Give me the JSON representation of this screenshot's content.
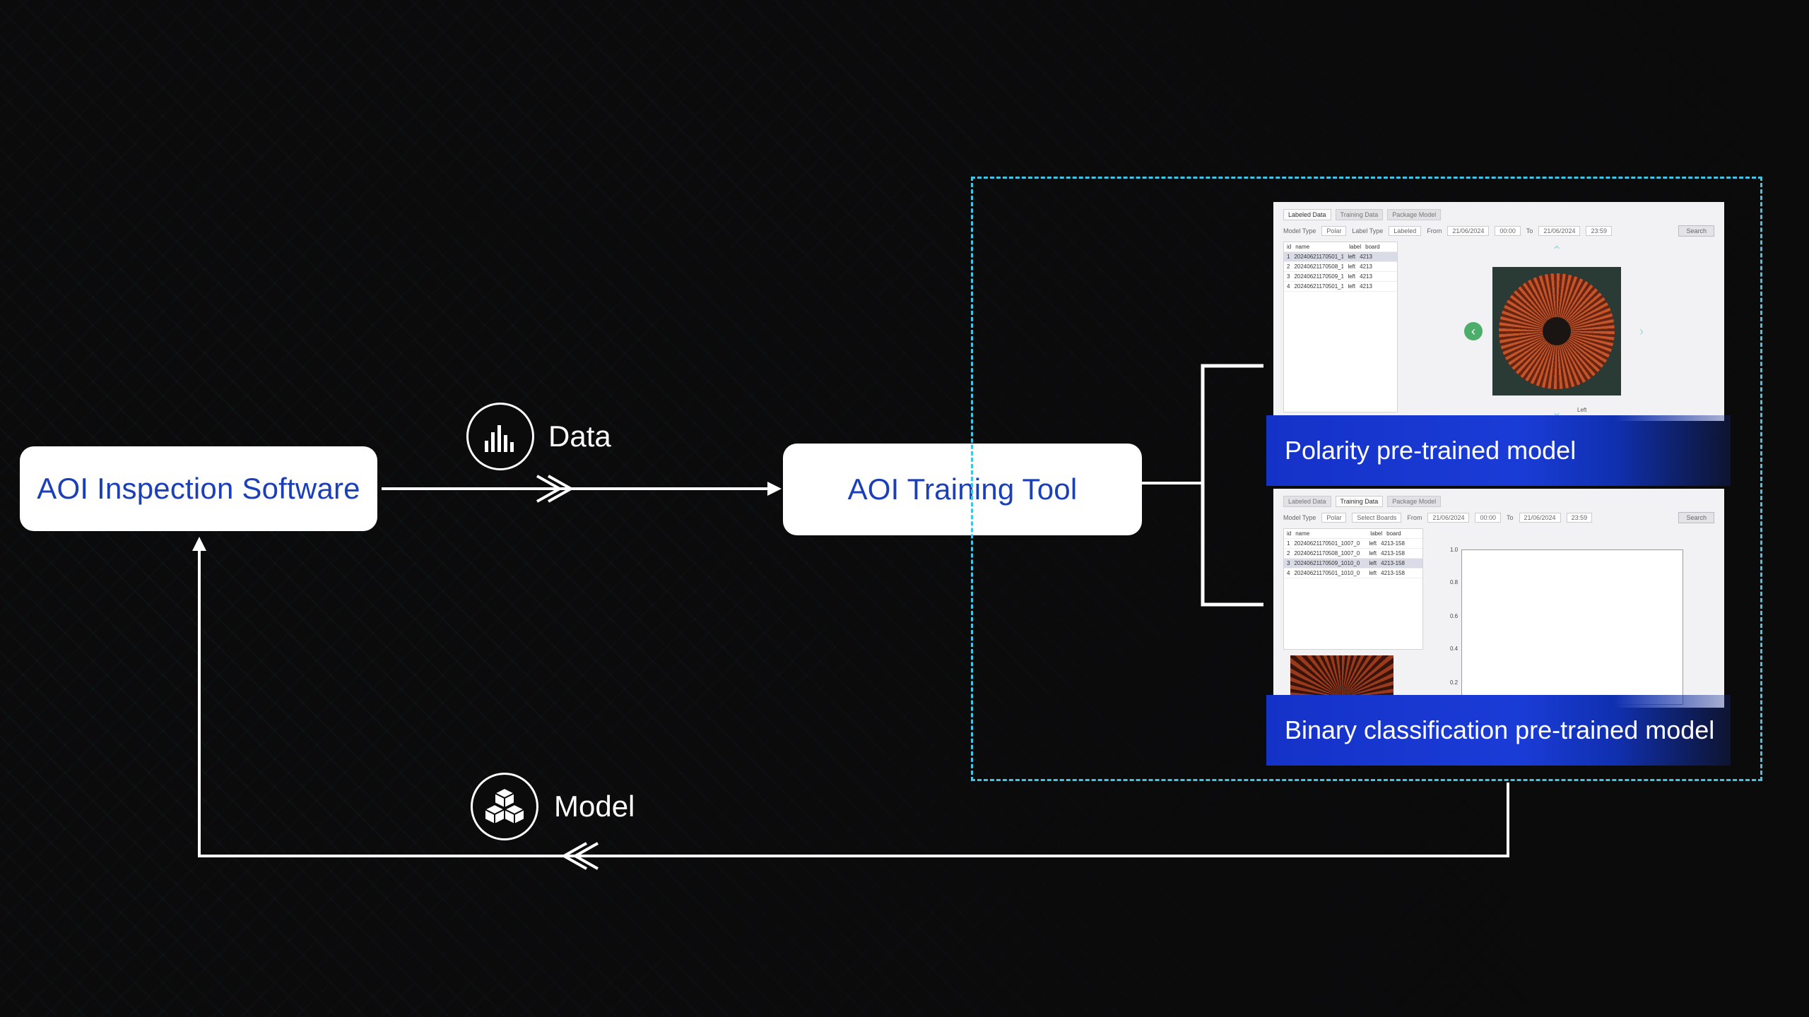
{
  "nodes": {
    "inspection_software": "AOI Inspection Software",
    "training_tool": "AOI Training Tool"
  },
  "edges": {
    "data_label": "Data",
    "model_label": "Model"
  },
  "icons": {
    "data": "bar-chart-icon",
    "model": "cubes-icon"
  },
  "pretrained_models": [
    {
      "caption": "Polarity pre-trained model",
      "tabs": [
        "Labeled Data",
        "Training Data",
        "Package Model"
      ],
      "filters": [
        "Model Type",
        "Polar",
        "Label Type",
        "Labeled",
        "From",
        "21/06/2024",
        "00:00",
        "To",
        "21/06/2024",
        "23:59"
      ],
      "search_label": "Search",
      "table_header": [
        "id",
        "name",
        "label",
        "board"
      ],
      "rows": [
        [
          "1",
          "20240621170501_1",
          "left",
          "4213"
        ],
        [
          "2",
          "20240621170508_1",
          "left",
          "4213"
        ],
        [
          "3",
          "20240621170509_1",
          "left",
          "4213"
        ],
        [
          "4",
          "20240621170501_1",
          "left",
          "4213"
        ]
      ],
      "image_label": "Left"
    },
    {
      "caption": "Binary classification pre-trained model",
      "tabs": [
        "Labeled Data",
        "Training Data",
        "Package Model"
      ],
      "filters": [
        "Model Type",
        "Polar",
        "Select Boards",
        "From",
        "21/06/2024",
        "00:00",
        "To",
        "21/06/2024",
        "23:59"
      ],
      "search_label": "Search",
      "table_header": [
        "id",
        "name",
        "label",
        "board"
      ],
      "rows": [
        [
          "1",
          "20240621170501_1007_0",
          "left",
          "4213-158"
        ],
        [
          "2",
          "20240621170508_1007_0",
          "left",
          "4213-158"
        ],
        [
          "3",
          "20240621170509_1010_0",
          "left",
          "4213-158"
        ],
        [
          "4",
          "20240621170501_1010_0",
          "left",
          "4213-158"
        ]
      ],
      "y_ticks": [
        "1.0",
        "0.8",
        "0.6",
        "0.4",
        "0.2"
      ]
    }
  ],
  "colors": {
    "background": "#0b0b0c",
    "node_text": "#1a3fb8",
    "dashed_border": "#3fc6e6",
    "caption_bg": "#1a3cd6",
    "line": "#ffffff"
  }
}
